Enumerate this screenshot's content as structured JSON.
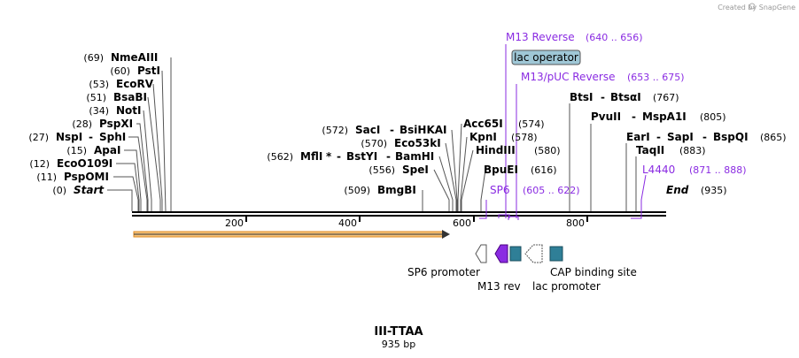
{
  "credit": "Created by SnapGene",
  "map": {
    "name": "III-TTAA",
    "length_label": "935 bp",
    "scale_ticks": [
      "200",
      "400",
      "600",
      "800"
    ]
  },
  "sites": [
    {
      "pos": "(0)",
      "name": "Start"
    },
    {
      "pos": "(11)",
      "name": "PspOMI"
    },
    {
      "pos": "(12)",
      "name": "EcoO109I"
    },
    {
      "pos": "(15)",
      "name": "ApaI"
    },
    {
      "pos": "(27)",
      "name": "NspI",
      "name2": "SphI"
    },
    {
      "pos": "(28)",
      "name": "PspXI"
    },
    {
      "pos": "(34)",
      "name": "NotI"
    },
    {
      "pos": "(51)",
      "name": "BsaBI"
    },
    {
      "pos": "(53)",
      "name": "EcoRV"
    },
    {
      "pos": "(60)",
      "name": "PstI"
    },
    {
      "pos": "(69)",
      "name": "NmeAIII"
    },
    {
      "pos": "(509)",
      "name": "BmgBI"
    },
    {
      "pos": "(556)",
      "name": "SpeI"
    },
    {
      "pos": "(562)",
      "name": "MflI",
      "star": "*",
      "name2": "BstYI",
      "name3": "BamHI"
    },
    {
      "pos": "(570)",
      "name": "Eco53kI"
    },
    {
      "pos": "(572)",
      "name": "SacI",
      "name2": "BsiHKAI"
    },
    {
      "pos": "(574)",
      "name": "Acc65I"
    },
    {
      "pos": "(578)",
      "name": "KpnI"
    },
    {
      "pos": "(580)",
      "name": "HindIII"
    },
    {
      "pos": "(616)",
      "name": "BpuEI"
    },
    {
      "pos": "(767)",
      "name": "BtsI",
      "name2": "BtsαI"
    },
    {
      "pos": "(805)",
      "name": "PvuII",
      "name2": "MspA1I"
    },
    {
      "pos": "(865)",
      "name": "EarI",
      "name2": "SapI",
      "name3": "BspQI"
    },
    {
      "pos": "(883)",
      "name": "TaqII"
    },
    {
      "pos": "(935)",
      "name": "End"
    }
  ],
  "primers": [
    {
      "name": "M13 Reverse",
      "range": "(640 .. 656)"
    },
    {
      "name": "M13/pUC Reverse",
      "range": "(653 .. 675)"
    },
    {
      "name": "L4440",
      "range": "(871 .. 888)"
    },
    {
      "name": "SP6",
      "range": "(605 .. 622)"
    }
  ],
  "lac_operator": "lac operator",
  "legend": {
    "sp6_promoter": "SP6 promoter",
    "m13_rev": "M13 rev",
    "lac_promoter": "lac promoter",
    "cap_site": "CAP binding site"
  },
  "colors": {
    "primer": "#8a2be2",
    "operator_fill": "#9fc7d6",
    "feature_teal": "#2f7f97",
    "orf_arrow": "#e08a1e",
    "orf_fill": "#f4c27a"
  }
}
